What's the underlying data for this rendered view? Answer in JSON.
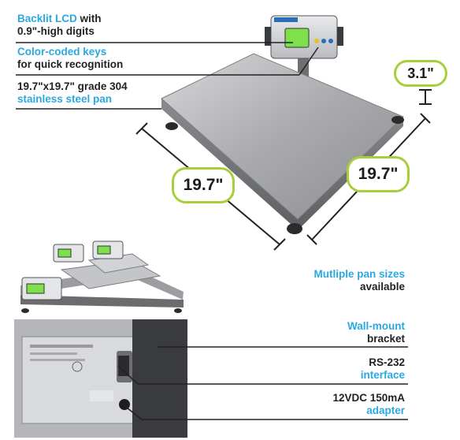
{
  "callouts": {
    "lcd": {
      "highlight": "Backlit LCD",
      "rest_inline": " with",
      "line2": "0.9\"-high digits"
    },
    "keys": {
      "highlight": "Color-coded keys",
      "line2": "for quick recognition"
    },
    "pan": {
      "line1": "19.7\"x19.7\" grade 304",
      "highlight": "stainless steel pan"
    },
    "multi": {
      "highlight": "Mutliple pan sizes",
      "line2": "available"
    },
    "wall": {
      "highlight": "Wall-mount",
      "line2": "bracket"
    },
    "rs232": {
      "line1": "RS-232",
      "highlight": "interface"
    },
    "adapter": {
      "line1": "12VDC 150mA",
      "highlight": "adapter"
    }
  },
  "dimensions": {
    "height": "3.1\"",
    "width_left": "19.7\"",
    "width_right": "19.7\""
  },
  "colors": {
    "accent_blue": "#2aa8e0",
    "accent_green": "#a8cf3a",
    "text_dark": "#222222"
  }
}
